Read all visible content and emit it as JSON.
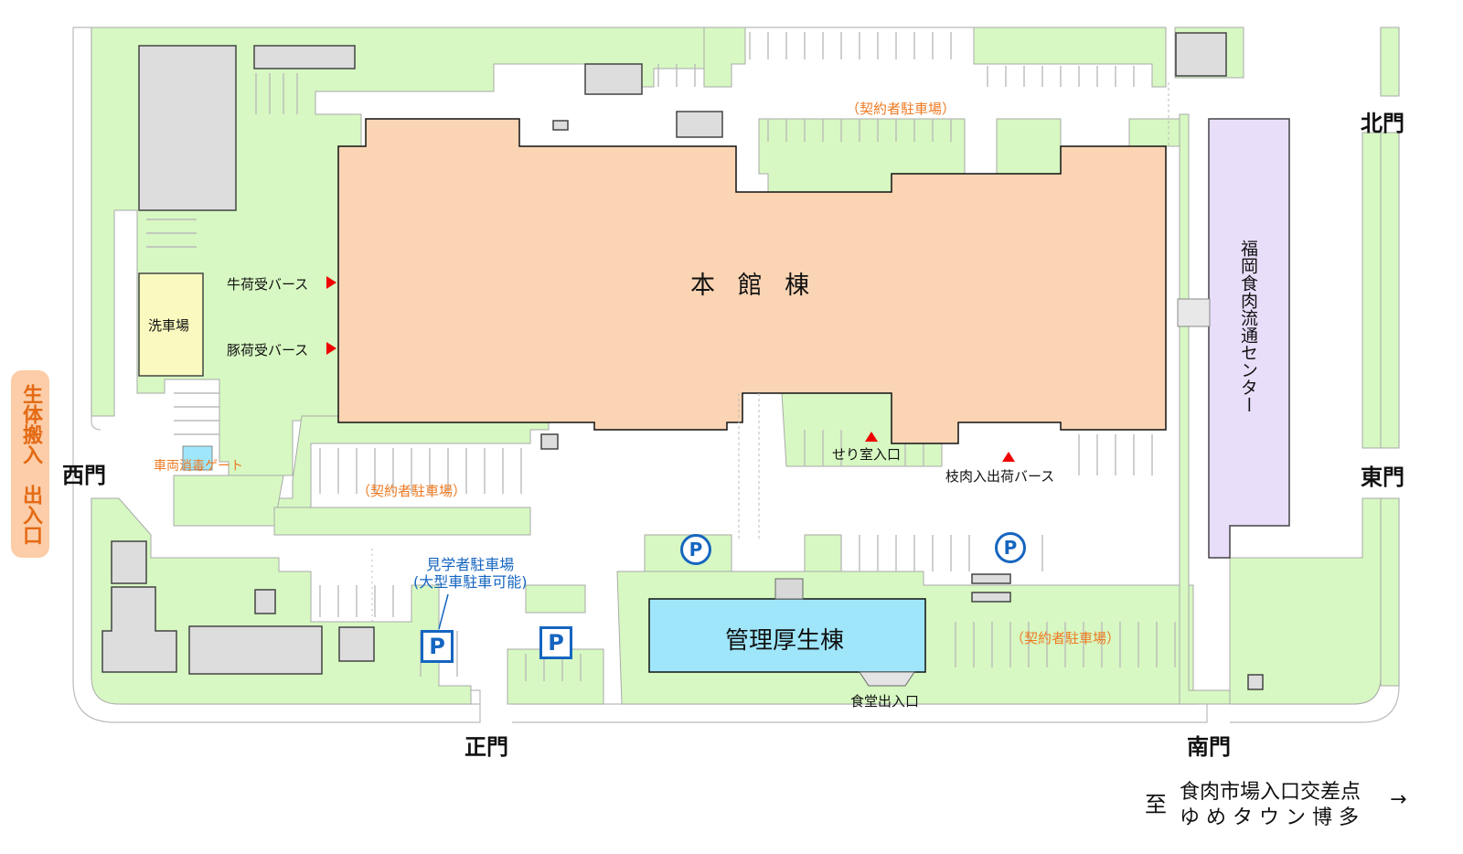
{
  "buildings": {
    "main": "本 館 棟",
    "admin": "管理厚生棟",
    "car_wash": "洗車場",
    "distribution_center": "福岡食肉流通センター"
  },
  "gates": {
    "north": "北門",
    "east": "東門",
    "west": "西門",
    "main": "正門",
    "south": "南門"
  },
  "entrances": {
    "livestock": "生体搬入　出入口",
    "disinfection_gate": "車両消毒ゲート",
    "cattle_berth": "牛荷受バース",
    "pig_berth": "豚荷受バース",
    "auction_room": "せり室入口",
    "carcass_berth": "枝肉入出荷バース",
    "cafeteria": "食堂出入口"
  },
  "parking": {
    "contractor_north": "（契約者駐車場）",
    "contractor_center": "（契約者駐車場）",
    "contractor_south": "（契約者駐車場）",
    "visitor": "見学者駐車場",
    "visitor_note": "(大型車駐車可能)",
    "p_symbol": "P"
  },
  "direction": {
    "to": "至",
    "line1": "食肉市場入口交差点",
    "line2": "ゆ め タ ウ ン 博 多",
    "arrow": "→"
  },
  "colors": {
    "grass": "#d7f8c2",
    "main_building": "#fbd4b4",
    "admin_building": "#9fe6fb",
    "car_wash": "#fafac0",
    "distribution_center": "#e9defa",
    "livestock_badge": "#fccda8",
    "parking_blue": "#1565c0",
    "label_orange": "#ee7a22",
    "marker_red": "#e00000"
  }
}
